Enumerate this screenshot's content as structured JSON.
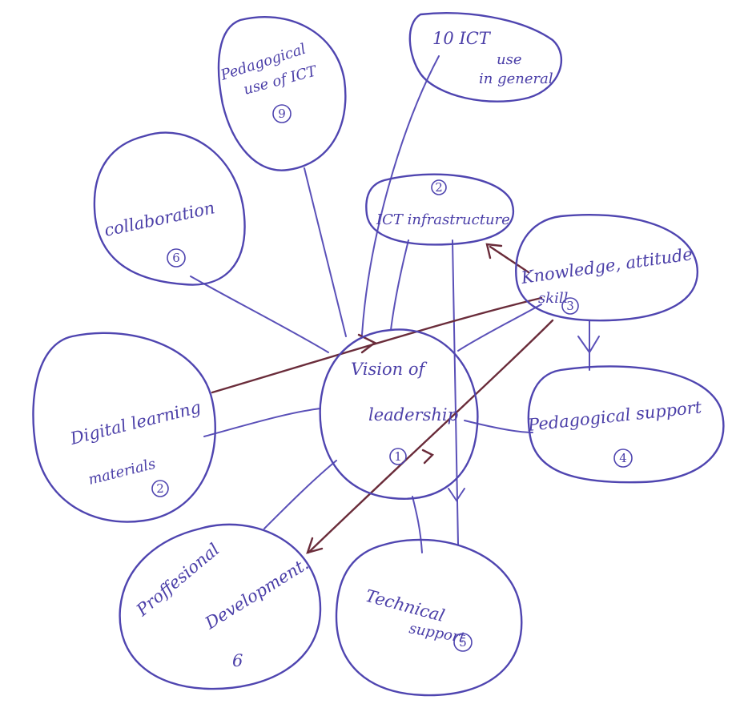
{
  "nodes": {
    "vision": {
      "lines": [
        "Vision of",
        "leadership"
      ],
      "number": "1"
    },
    "ict_use": {
      "lines": [
        "10  ICT",
        "use",
        "in general"
      ],
      "number": ""
    },
    "pedagogical_use": {
      "lines": [
        "Pedagogical",
        "use of ICT"
      ],
      "number": "9"
    },
    "collaboration": {
      "lines": [
        "collaboration"
      ],
      "number": "6"
    },
    "ict_infrastructure": {
      "lines": [
        "ICT infrastructure"
      ],
      "number": "2"
    },
    "knowledge": {
      "lines": [
        "Knowledge, attitude",
        "skill"
      ],
      "number": "3"
    },
    "pedagogical_support": {
      "lines": [
        "Pedagogical support"
      ],
      "number": "4"
    },
    "digital_learning": {
      "lines": [
        "Digital learning",
        "materials"
      ],
      "number": "2"
    },
    "professional_dev": {
      "lines": [
        "Proffesional",
        "Development.",
        "6"
      ],
      "number": ""
    },
    "technical_support": {
      "lines": [
        "Technical",
        "support"
      ],
      "number": "5"
    }
  }
}
